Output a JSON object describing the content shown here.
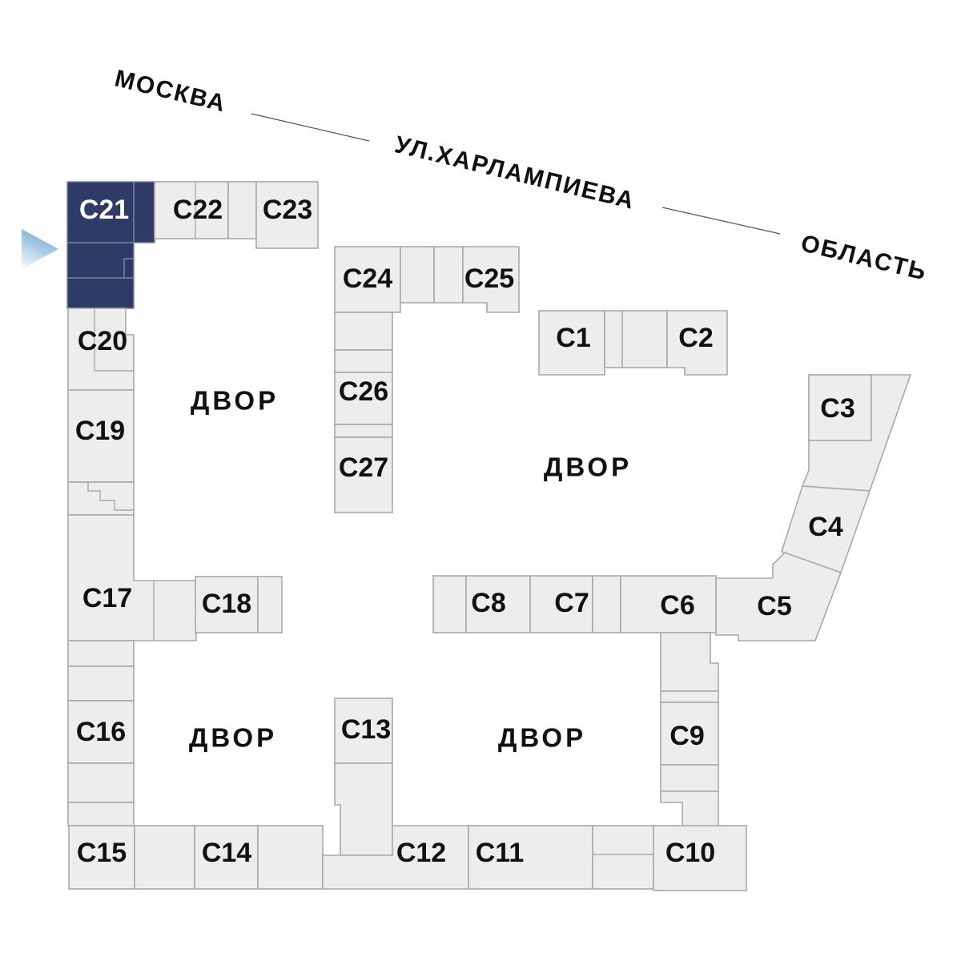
{
  "map": {
    "city_label": "МОСКВА",
    "street_label": "УЛ.ХАРЛАМПИЕВА",
    "region_label": "ОБЛАСТЬ",
    "courtyard_label": "ДВОР",
    "selected_building": "С21",
    "buildings": {
      "c1": {
        "label": "С1"
      },
      "c2": {
        "label": "С2"
      },
      "c3": {
        "label": "С3"
      },
      "c4": {
        "label": "С4"
      },
      "c5": {
        "label": "С5"
      },
      "c6": {
        "label": "С6"
      },
      "c7": {
        "label": "С7"
      },
      "c8": {
        "label": "С8"
      },
      "c9": {
        "label": "С9"
      },
      "c10": {
        "label": "С10"
      },
      "c11": {
        "label": "С11"
      },
      "c12": {
        "label": "С12"
      },
      "c13": {
        "label": "С13"
      },
      "c14": {
        "label": "С14"
      },
      "c15": {
        "label": "С15"
      },
      "c16": {
        "label": "С16"
      },
      "c17": {
        "label": "С17"
      },
      "c18": {
        "label": "С18"
      },
      "c19": {
        "label": "С19"
      },
      "c20": {
        "label": "С20"
      },
      "c21": {
        "label": "С21",
        "highlighted": true
      },
      "c22": {
        "label": "С22"
      },
      "c23": {
        "label": "С23"
      },
      "c24": {
        "label": "С24"
      },
      "c25": {
        "label": "С25"
      },
      "c26": {
        "label": "С26"
      },
      "c27": {
        "label": "С27"
      }
    },
    "colors": {
      "building_fill": "#ededed",
      "building_stroke": "#a9a9a9",
      "highlight_fill": "#2d3b66",
      "highlight_text": "#ffffff",
      "text_color": "#111111",
      "arrow_start": "#6fa7cf",
      "arrow_end": "#eef6fb"
    }
  }
}
